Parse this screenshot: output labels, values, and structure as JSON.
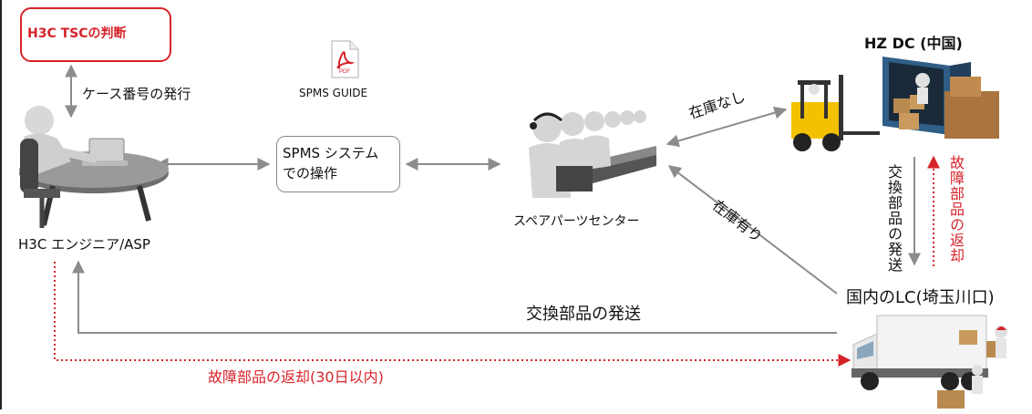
{
  "nodes": {
    "tsc_decision": "H3C TSCの判断",
    "case_issue": "ケース番号の発行",
    "pdf_icon_text": "PDF",
    "pdf_caption": "SPMS GUIDE",
    "spms_operation": "SPMS システム\nでの操作",
    "engineer": "H3C エンジニア/ASP",
    "parts_center": "スペアパーツセンター",
    "hz_dc": "HZ DC (中国)",
    "domestic_lc": "国内のLC(埼玉川口)"
  },
  "edges": {
    "no_stock": "在庫なし",
    "in_stock": "在庫有り",
    "ship_replacement_vertical": "交換部品の発送",
    "return_faulty_vertical": "故障部品の返却",
    "ship_replacement": "交換部品の発送",
    "return_faulty_30days": "故障部品の返却(30日以内)"
  },
  "colors": {
    "accent_red": "#d6232a",
    "arrow_gray": "#8c8c8c"
  },
  "icons": [
    "pdf-icon",
    "engineer-desk-illustration",
    "call-center-illustration",
    "warehouse-forklift-illustration",
    "delivery-truck-illustration"
  ]
}
